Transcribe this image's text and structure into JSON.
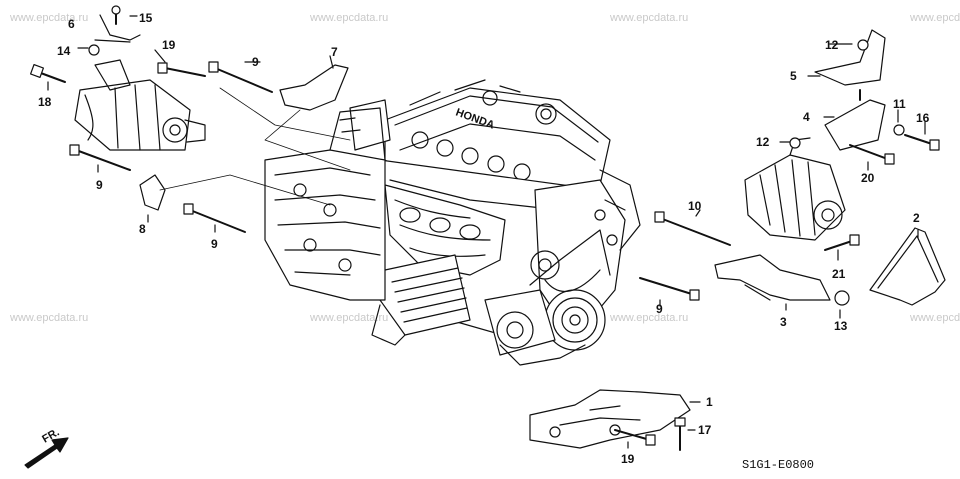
{
  "watermark": "www.epcdata.ru",
  "diagram_code": "S1G1-E0800",
  "direction_label": "FR.",
  "callouts": {
    "c1": "1",
    "c2": "2",
    "c3": "3",
    "c4": "4",
    "c5": "5",
    "c6": "6",
    "c7": "7",
    "c8": "8",
    "c9a": "9",
    "c9b": "9",
    "c9c": "9",
    "c9d": "9",
    "c10": "10",
    "c11": "11",
    "c12a": "12",
    "c12b": "12",
    "c13": "13",
    "c14": "14",
    "c15": "15",
    "c16": "16",
    "c17": "17",
    "c18": "18",
    "c19a": "19",
    "c19b": "19",
    "c20": "20",
    "c21": "21"
  }
}
